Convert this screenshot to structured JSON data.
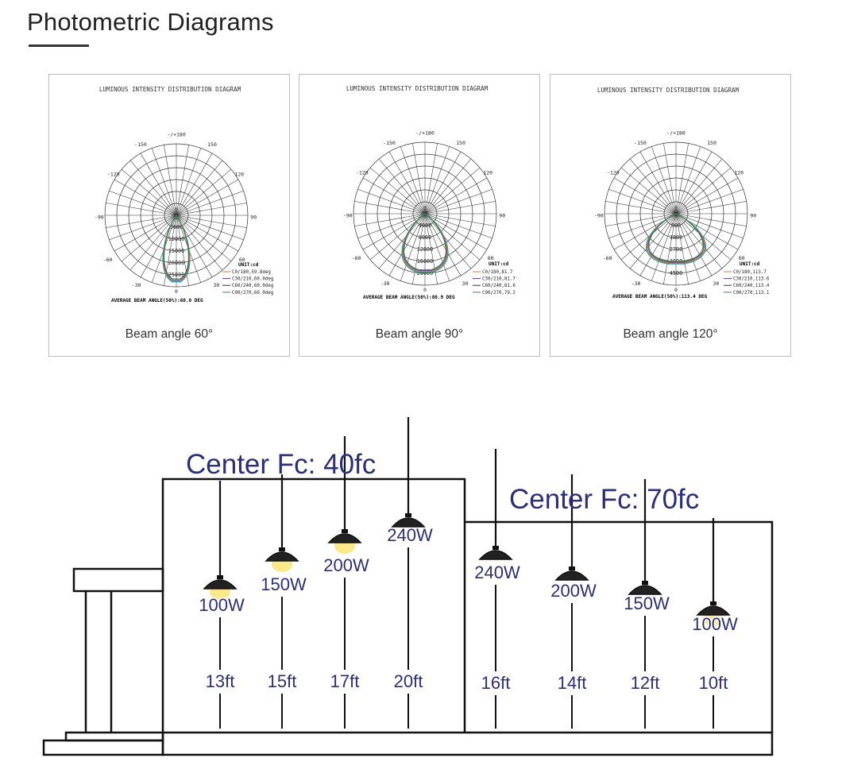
{
  "page": {
    "heading": "Photometric Diagrams"
  },
  "diagrams": [
    {
      "title": "LUMINOUS INTENSITY DISTRIBUTION DIAGRAM",
      "caption": "Beam angle 60°",
      "angle_labels": [
        "-/+180",
        "-150",
        "150",
        "-120",
        "120",
        "-90",
        "90",
        "-60",
        "60",
        "-30",
        "30",
        "0",
        "0"
      ],
      "ring_labels": [
        "5000",
        "10000",
        "15000",
        "20000",
        "25000"
      ],
      "unit": "UNIT:cd",
      "legend": [
        "C0/180,59.8deg",
        "C30/210,60.0deg",
        "C60/240,60.0deg",
        "C90/270,60.0deg"
      ],
      "average": "AVERAGE BEAM ANGLE(50%):60.0 DEG"
    },
    {
      "title": "LUMINOUS INTENSITY DISTRIBUTION DIAGRAM",
      "caption": "Beam angle 90°",
      "angle_labels": [
        "-/+180",
        "-150",
        "150",
        "-120",
        "120",
        "-90",
        "90",
        "-60",
        "60",
        "-30",
        "30",
        "0",
        "0"
      ],
      "ring_labels": [
        "4000",
        "8000",
        "12000",
        "16000",
        "20000"
      ],
      "unit": "UNIT:cd",
      "legend": [
        "C0/180,81.7",
        "C30/210,81.7",
        "C60/240,81.6",
        "C90/270,79.2"
      ],
      "average": "AVERAGE BEAM ANGLE(50%):80.9 DEG"
    },
    {
      "title": "LUMINOUS INTENSITY DISTRIBUTION DIAGRAM",
      "caption": "Beam angle 120°",
      "angle_labels": [
        "-/+180",
        "-150",
        "150",
        "-120",
        "120",
        "-90",
        "90",
        "-60",
        "60",
        "-30",
        "30",
        "0",
        "0"
      ],
      "ring_labels": [
        "900",
        "1800",
        "2700",
        "3600",
        "4500"
      ],
      "unit": "UNIT:cd",
      "legend": [
        "C0/180,113.7",
        "C30/210,113.6",
        "C60/240,113.4",
        "C90/270,113.1"
      ],
      "average": "AVERAGE BEAM ANGLE(50%):113.4 DEG"
    }
  ],
  "layout": {
    "left_label": "Center Fc:  40fc",
    "right_label": "Center Fc:  70fc",
    "fixtures": [
      {
        "wattage": "100W",
        "height": "13ft"
      },
      {
        "wattage": "150W",
        "height": "15ft"
      },
      {
        "wattage": "200W",
        "height": "17ft"
      },
      {
        "wattage": "240W",
        "height": "20ft"
      },
      {
        "wattage": "240W",
        "height": "16ft"
      },
      {
        "wattage": "200W",
        "height": "14ft"
      },
      {
        "wattage": "150W",
        "height": "12ft"
      },
      {
        "wattage": "100W",
        "height": "10ft"
      }
    ]
  },
  "colors": {
    "text_blue": "#2b2f7a",
    "curve_teal": "#2e9e98",
    "curve_orange": "#d97b3a",
    "curve_purple": "#5b3a8c",
    "curve_green": "#3a8a4e",
    "lamp_glow": "#f7e36b",
    "line": "#111111"
  }
}
